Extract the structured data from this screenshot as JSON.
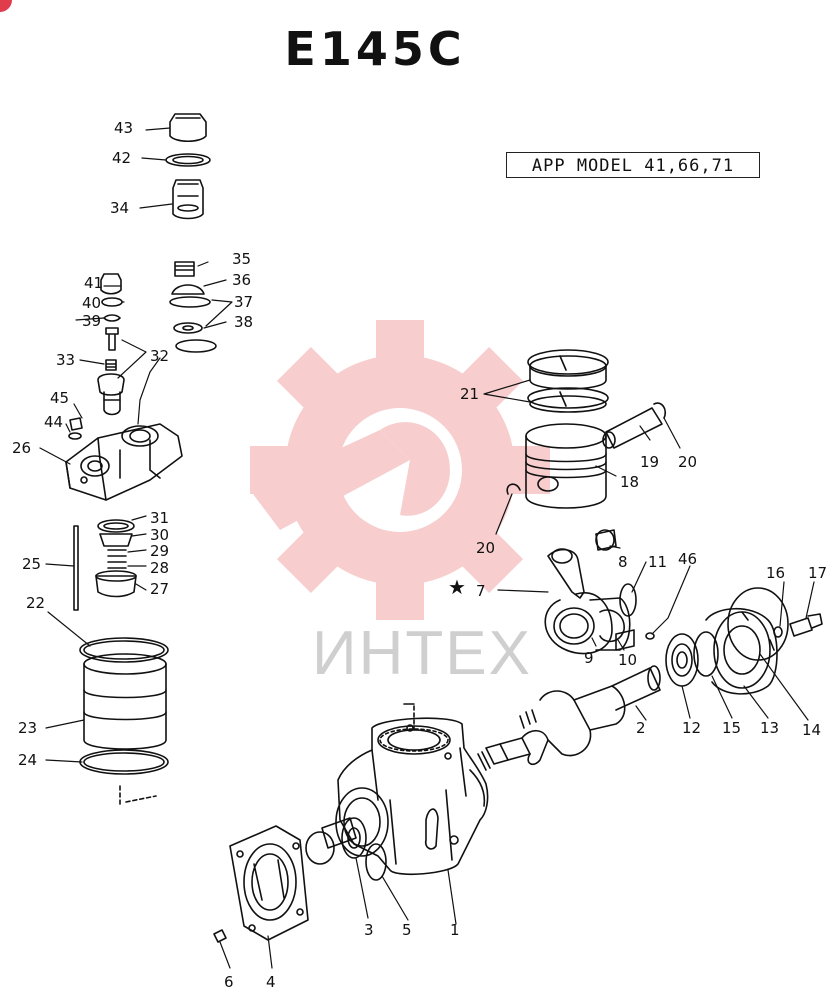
{
  "diagram": {
    "title": "E145C",
    "model_note": "APP MODEL 41,66,71",
    "watermark_text": "ИНТЕХ",
    "star_glyph": "★",
    "parts": [
      "1",
      "2",
      "3",
      "4",
      "5",
      "6",
      "7",
      "8",
      "9",
      "10",
      "11",
      "12",
      "13",
      "14",
      "15",
      "16",
      "17",
      "18",
      "19",
      "20",
      "21",
      "22",
      "23",
      "24",
      "25",
      "26",
      "27",
      "28",
      "29",
      "30",
      "31",
      "32",
      "33",
      "34",
      "35",
      "36",
      "37",
      "38",
      "39",
      "40",
      "41",
      "42",
      "43",
      "44",
      "45",
      "46"
    ],
    "icons": {
      "watermark": "gear-wrench-logo-icon",
      "star": "star-icon"
    },
    "colors": {
      "ink": "#111111",
      "watermark_red": "#f2a5a5",
      "watermark_gray": "#cfcfcf",
      "badge": "#e03c4c"
    }
  }
}
